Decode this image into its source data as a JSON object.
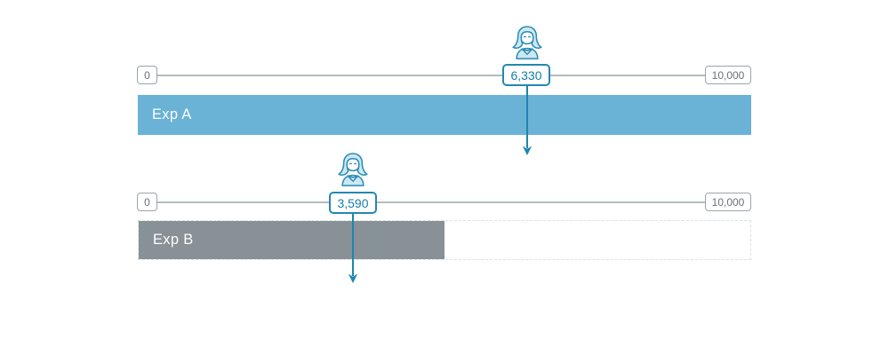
{
  "icons": {
    "avatar": "woman-user-avatar",
    "arrow": "down-arrow"
  },
  "colors": {
    "accent_blue": "#2488b2",
    "bar_blue": "#6ab2d6",
    "bar_gray": "#879196",
    "track_gray": "#b3bcc0",
    "endpoint_label_gray": "#68737a",
    "dashed_border": "#d9e1e2",
    "background": "#ffffff"
  },
  "experiments": [
    {
      "name": "Exp A",
      "min_label": "0",
      "max_label": "10,000",
      "value_label": "6,330",
      "value": 6330,
      "range_min": 0,
      "range_max": 10000,
      "bar_fill_percent": 100,
      "bar_color": "#6ab2d6"
    },
    {
      "name": "Exp B",
      "min_label": "0",
      "max_label": "10,000",
      "value_label": "3,590",
      "value": 3590,
      "range_min": 0,
      "range_max": 10000,
      "bar_fill_percent": 50,
      "bar_color": "#879196"
    }
  ]
}
